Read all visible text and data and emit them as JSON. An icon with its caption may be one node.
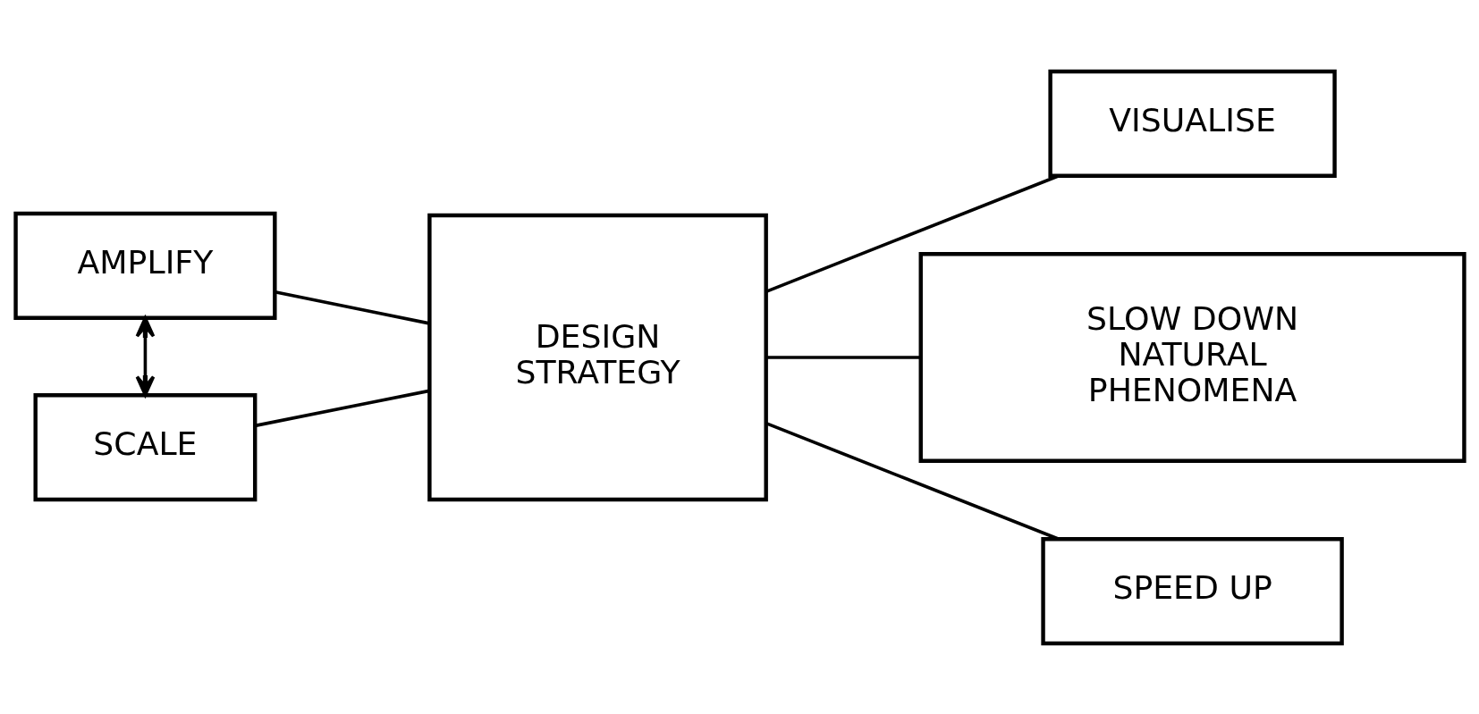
{
  "diagram": {
    "nodes": [
      {
        "text": [
          "VISUALISE"
        ]
      },
      {
        "text": [
          "AMPLIFY"
        ]
      },
      {
        "text": [
          "SLOW DOWN NATURAL PHENOMENA"
        ]
      },
      {
        "text": [
          "DESIGN STRATEGY"
        ]
      },
      {
        "text": [
          "SCALE"
        ]
      },
      {
        "text": [
          "SPEED UP"
        ]
      }
    ],
    "edges": [
      {
        "from": 3,
        "to": 0,
        "arrow": "none"
      },
      {
        "from": 1,
        "to": 3,
        "arrow": "none"
      },
      {
        "from": 3,
        "to": 2,
        "arrow": "none"
      },
      {
        "from": 4,
        "to": 3,
        "arrow": "none"
      },
      {
        "from": 3,
        "to": 5,
        "arrow": "none"
      },
      {
        "from": 1,
        "to": 4,
        "arrow": "both"
      }
    ]
  }
}
